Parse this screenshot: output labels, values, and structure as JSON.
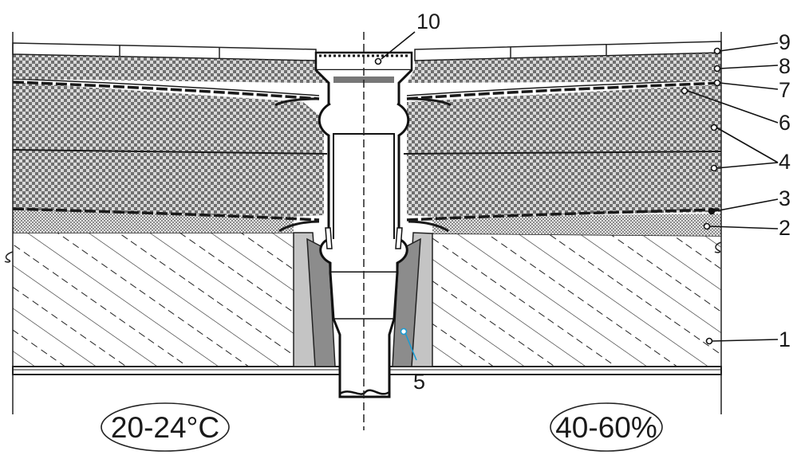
{
  "diagram": {
    "part_numbers": {
      "roof_layer": "9",
      "top_screed": "8",
      "upper_seal": "7",
      "upper_membrane": "6",
      "insulation": "4",
      "lower_seal": "3",
      "lower_screed": "2",
      "slab": "1",
      "drain_sleeve": "5",
      "drain_grate": "10"
    },
    "conditions": {
      "temperature": "20-24°C",
      "humidity": "40-60%"
    }
  }
}
